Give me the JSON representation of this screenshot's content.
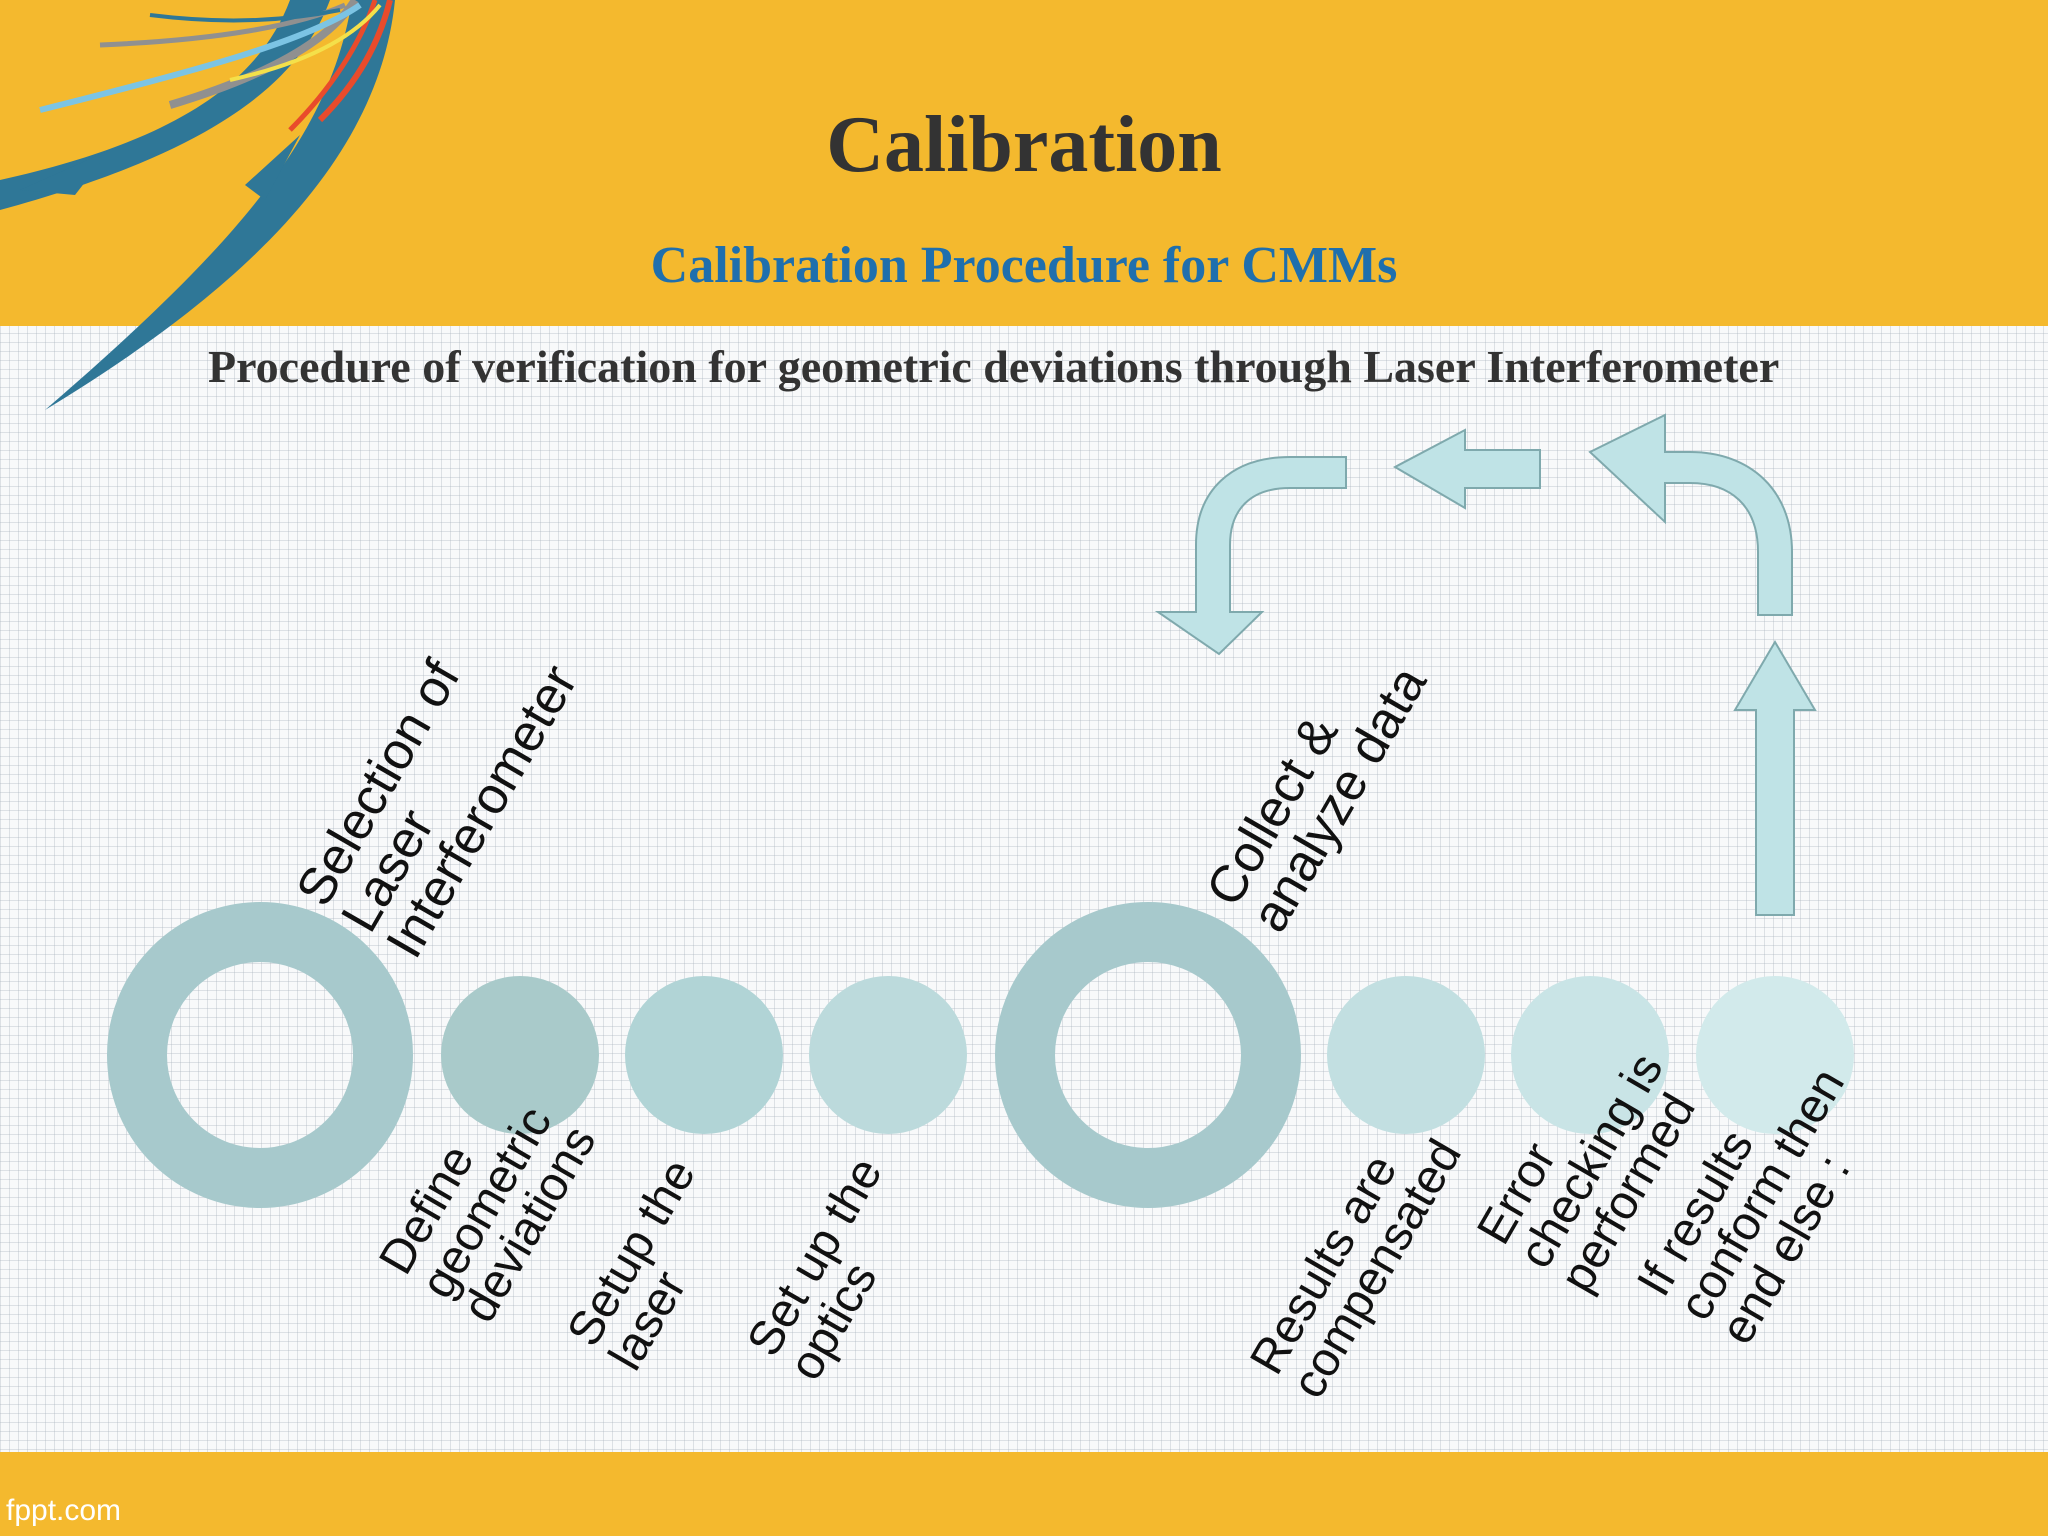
{
  "slide": {
    "title": "Calibration",
    "subtitle": "Calibration Procedure for CMMs",
    "heading": "Procedure of verification for geometric deviations through Laser Interferometer",
    "footer": "fppt.com"
  },
  "steps": [
    {
      "lines": [
        "Selection of",
        "Laser",
        "Interferometer"
      ]
    },
    {
      "lines": [
        "Define",
        "geometric",
        "deviations"
      ]
    },
    {
      "lines": [
        "Setup the",
        "laser"
      ]
    },
    {
      "lines": [
        "Set up the",
        "optics"
      ]
    },
    {
      "lines": [
        "Collect &",
        "analyze data"
      ]
    },
    {
      "lines": [
        "Results are",
        "compensated"
      ]
    },
    {
      "lines": [
        "Error",
        "checking is",
        "performed"
      ]
    },
    {
      "lines": [
        "If results",
        "conform then",
        "end else :"
      ]
    }
  ],
  "colors": {
    "band": "#f4b92e",
    "title": "#333333",
    "subtitle": "#1f6fad",
    "ring": "#a7c9cc",
    "arrow_fill": "#bfe3e6",
    "arrow_stroke": "#7fa9ad"
  }
}
